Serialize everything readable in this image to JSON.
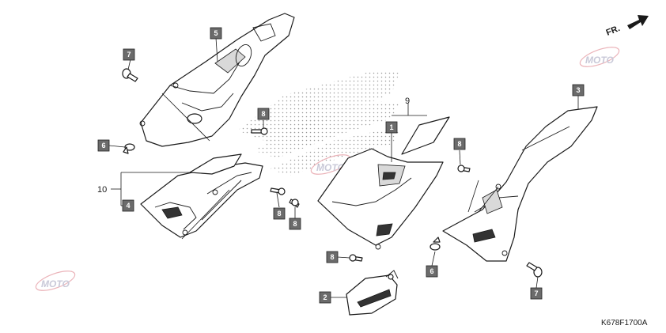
{
  "diagram_code": "K678F1700A",
  "front_indicator": "FR.",
  "watermark_text": "MOTO",
  "callouts": [
    {
      "id": "c1",
      "label": "1"
    },
    {
      "id": "c2",
      "label": "2"
    },
    {
      "id": "c3",
      "label": "3"
    },
    {
      "id": "c4",
      "label": "4"
    },
    {
      "id": "c5",
      "label": "5"
    },
    {
      "id": "c6a",
      "label": "6"
    },
    {
      "id": "c6b",
      "label": "6"
    },
    {
      "id": "c7a",
      "label": "7"
    },
    {
      "id": "c7b",
      "label": "7"
    },
    {
      "id": "c8a",
      "label": "8"
    },
    {
      "id": "c8b",
      "label": "8"
    },
    {
      "id": "c8c",
      "label": "8"
    },
    {
      "id": "c8d",
      "label": "8"
    },
    {
      "id": "c8e",
      "label": "8"
    }
  ],
  "plain_labels": [
    {
      "id": "p9",
      "label": "9"
    },
    {
      "id": "p10",
      "label": "10"
    }
  ],
  "colors": {
    "badge": "#6b6b6b",
    "line": "#1a1a1a",
    "watermark": "#e6a0a8"
  }
}
